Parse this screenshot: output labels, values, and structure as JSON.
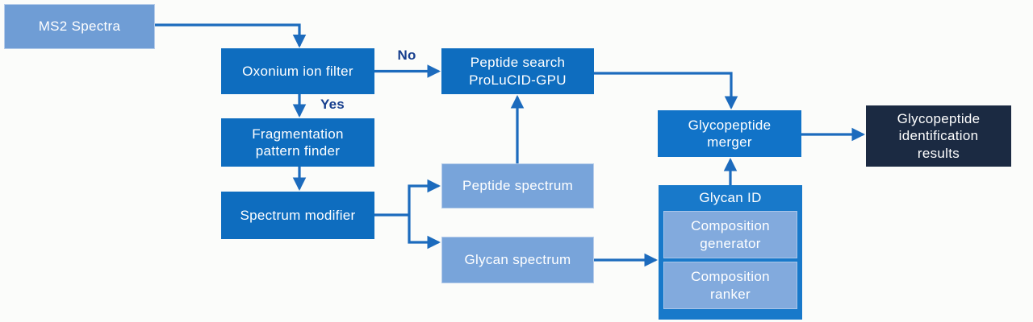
{
  "colors": {
    "background": "#fbfcfa",
    "ms2_box": "#6f9dd5",
    "spectrum_box": "#78a4da",
    "process_box": "#0e6dbf",
    "merger_box": "#1173c8",
    "glycan_id_box": "#1879ca",
    "inner_box": "#82aadd",
    "results_box": "#1b2a42",
    "arrow": "#1c6bbd",
    "decision_label": "#173f8e",
    "text": "#ffffff"
  },
  "nodes": {
    "ms2": {
      "label": "MS2 Spectra"
    },
    "oxonium": {
      "label": "Oxonium ion filter"
    },
    "fragmentation": {
      "label": "Fragmentation\npattern finder"
    },
    "spectrum_modifier": {
      "label": "Spectrum modifier"
    },
    "peptide_search": {
      "label": "Peptide search\nProLuCID-GPU"
    },
    "peptide_spectrum": {
      "label": "Peptide spectrum"
    },
    "glycan_spectrum": {
      "label": "Glycan spectrum"
    },
    "merger": {
      "label": "Glycopeptide\nmerger"
    },
    "glycan_id": {
      "label": "Glycan ID",
      "children": [
        {
          "label": "Composition\ngenerator"
        },
        {
          "label": "Composition\nranker"
        }
      ]
    },
    "results": {
      "label": "Glycopeptide\nidentification\nresults"
    }
  },
  "edge_labels": {
    "no": "No",
    "yes": "Yes"
  }
}
